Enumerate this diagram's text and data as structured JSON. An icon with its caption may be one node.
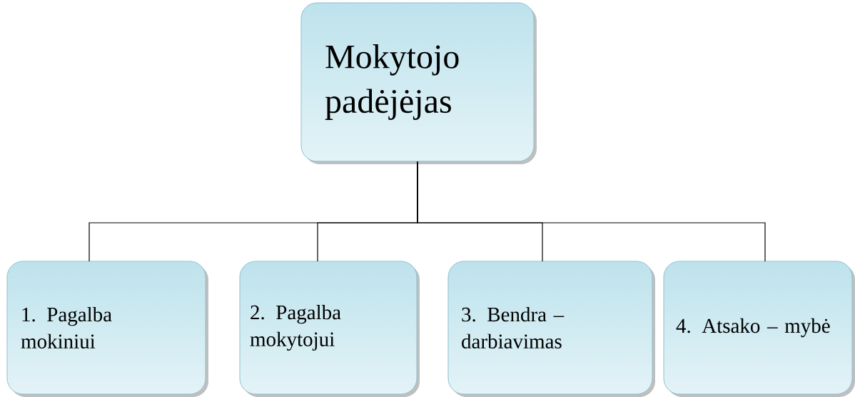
{
  "diagram": {
    "nodes": [
      {
        "text": [
          "Mokytojo padėjėjas"
        ]
      },
      {
        "text": [
          "1. Pagalba mokiniui"
        ]
      },
      {
        "text": [
          "2. Pagalba mokytojui"
        ]
      },
      {
        "text": [
          "3. Bendra – darbiavimas"
        ]
      },
      {
        "text": [
          "4. Atsako – mybė"
        ]
      }
    ],
    "edges": [
      {
        "from": 0,
        "to": 1,
        "arrow": "none"
      },
      {
        "from": 0,
        "to": 2,
        "arrow": "none"
      },
      {
        "from": 0,
        "to": 3,
        "arrow": "none"
      },
      {
        "from": 0,
        "to": 4,
        "arrow": "none"
      }
    ]
  }
}
